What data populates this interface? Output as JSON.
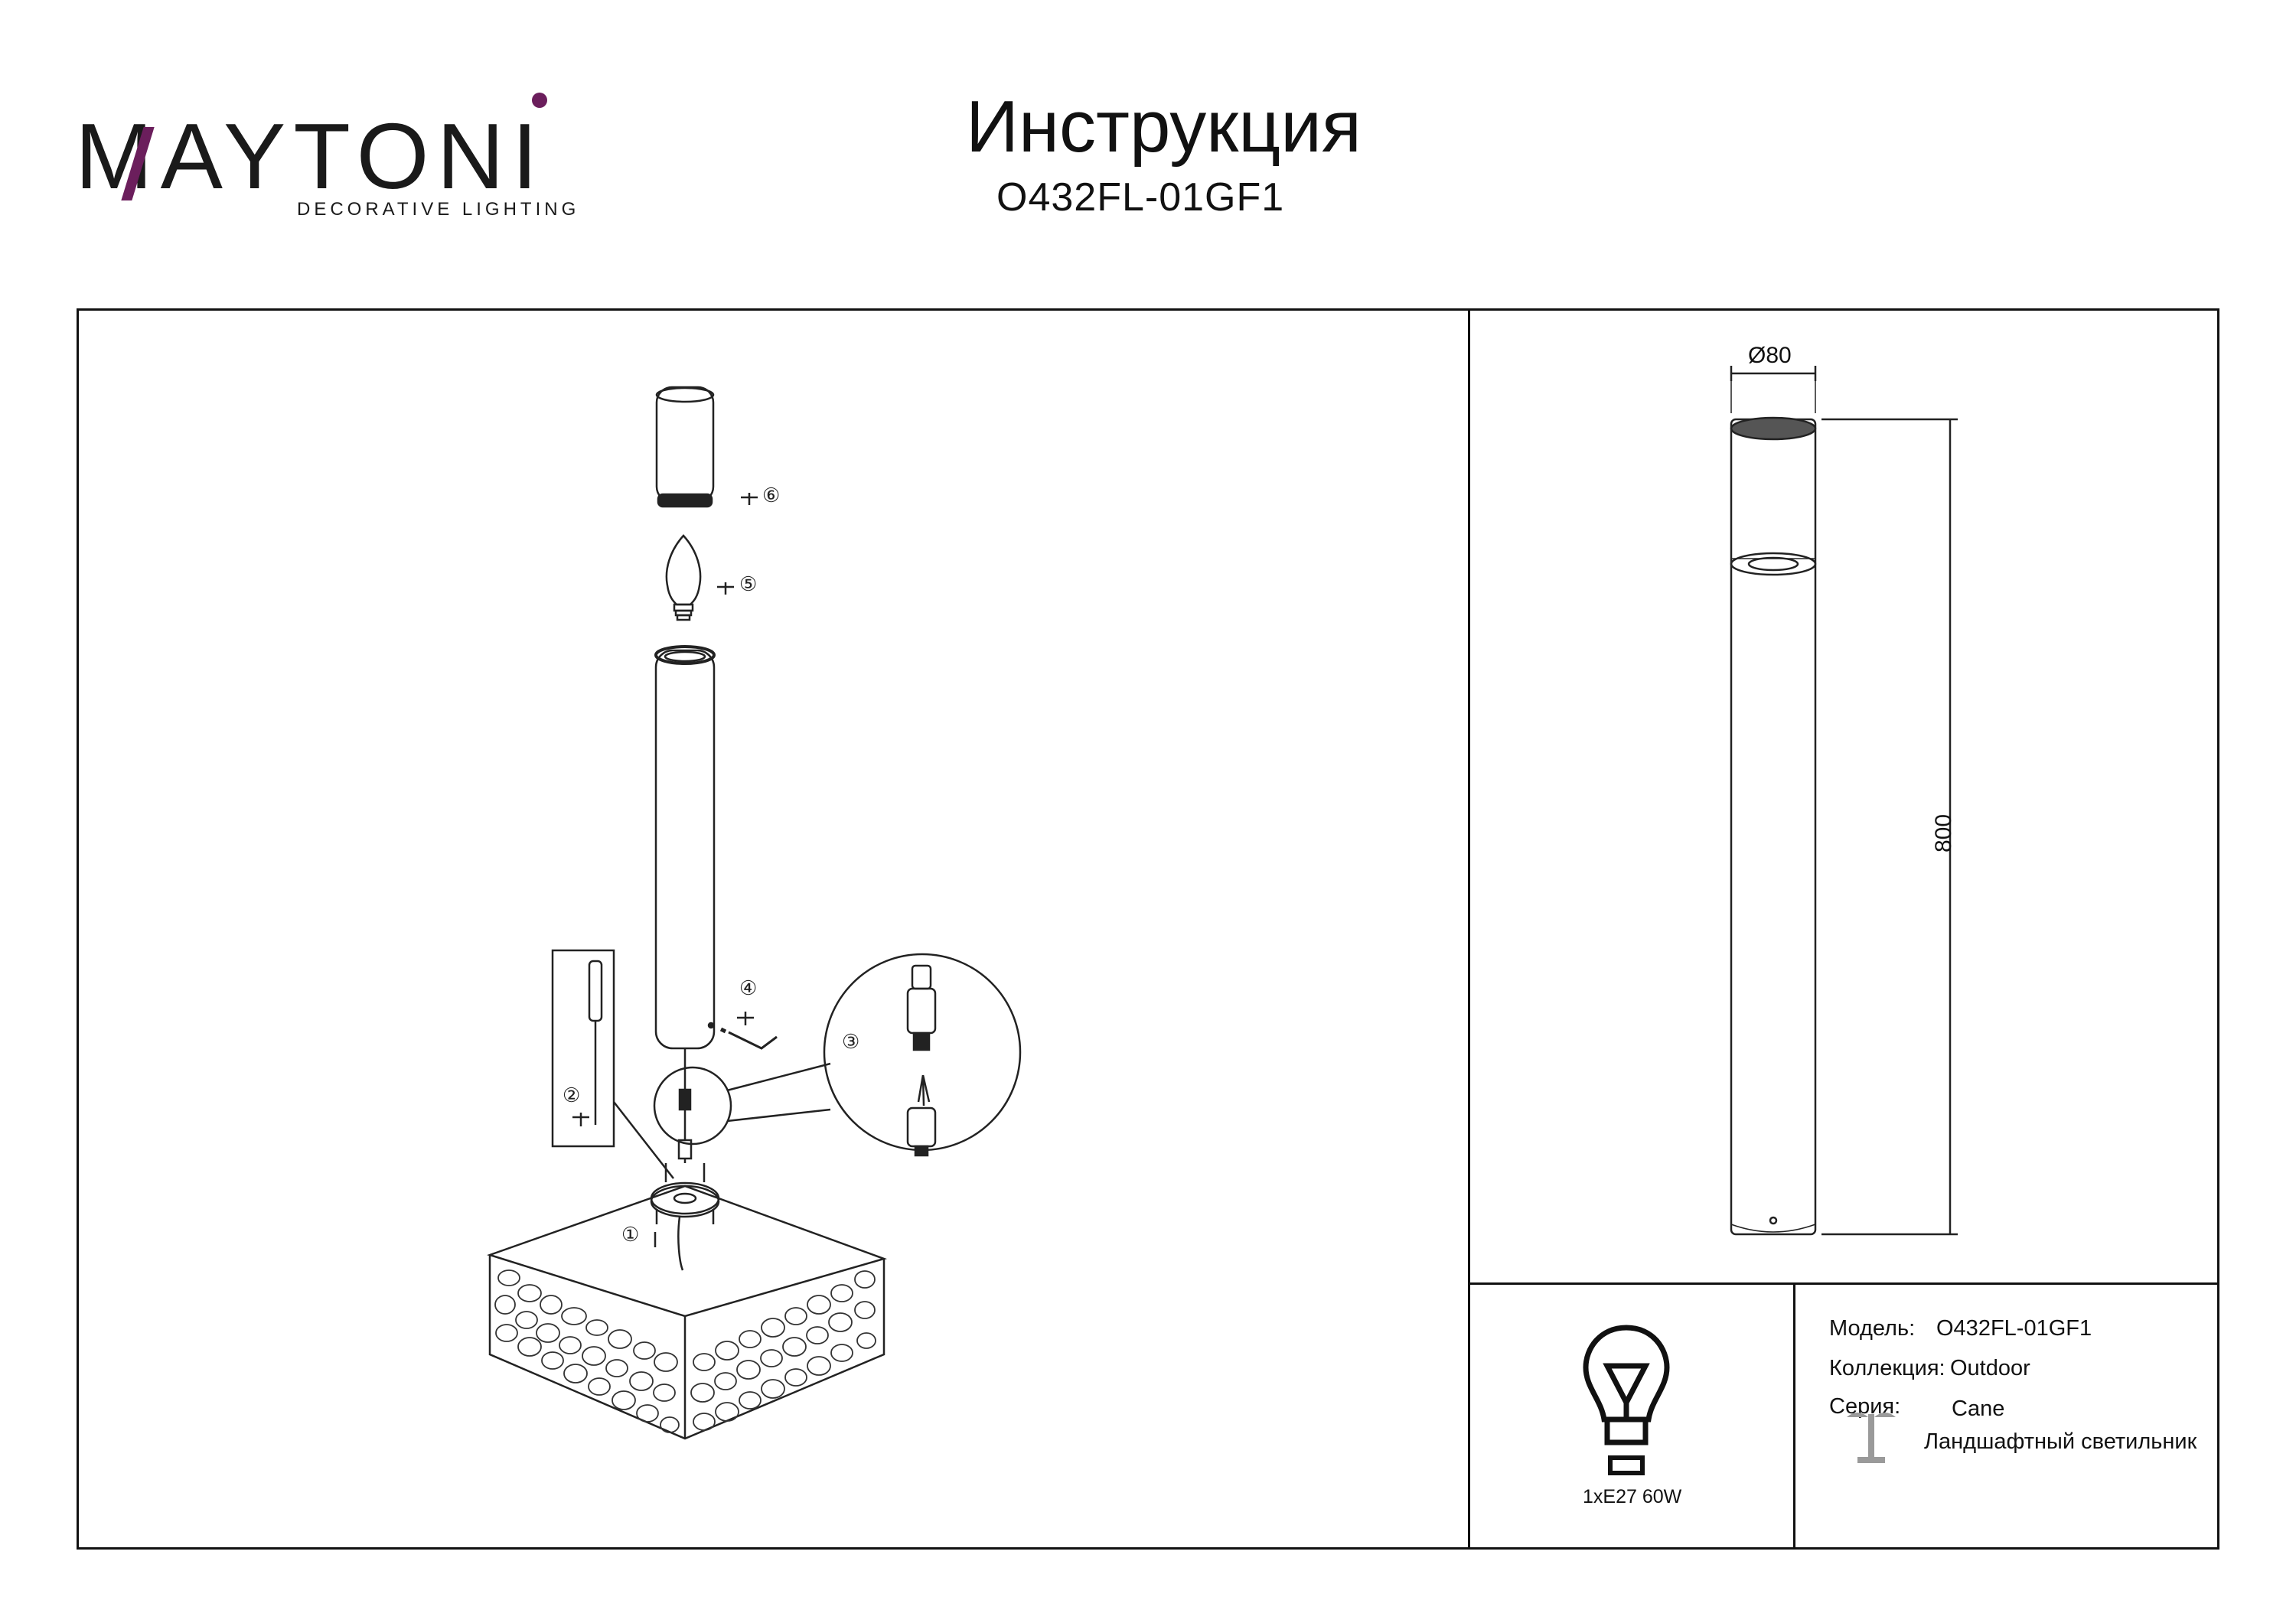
{
  "brand": {
    "logo_letters": [
      "M",
      "A",
      "Y",
      "T",
      "O",
      "N",
      "I"
    ],
    "tagline": "DECORATIVE LIGHTING",
    "accent_color": "#6b1e5c"
  },
  "header": {
    "title": "Инструкция",
    "model_code": "O432FL-01GF1"
  },
  "assembly": {
    "steps": [
      "①",
      "②",
      "③",
      "④",
      "⑤",
      "⑥"
    ]
  },
  "dimensions": {
    "diameter": "Ø80",
    "height": "800"
  },
  "bulb": {
    "spec": "1xE27 60W"
  },
  "info": {
    "model_label": "Модель:",
    "model_value": "O432FL-01GF1",
    "collection_label": "Коллекция:",
    "collection_value": "Outdoor",
    "series_label": "Серия:",
    "series_value": "Cane",
    "type_value": "Ландшафтный светильник"
  }
}
